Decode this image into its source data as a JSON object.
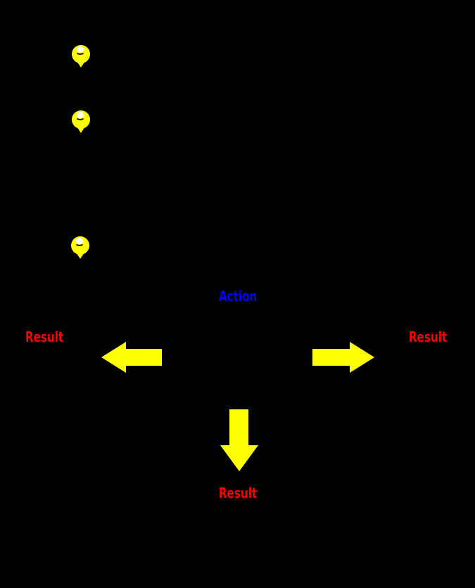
{
  "canvas": {
    "background": "#000000"
  },
  "diagram": {
    "action_label": "Action",
    "result_labels": {
      "left": "Result",
      "right": "Result",
      "bottom": "Result"
    },
    "icons": {
      "type": "balloon-smiley",
      "count": 3
    },
    "colors": {
      "action_text": "#0000FF",
      "result_text": "#FF0000",
      "arrow_fill": "#FFFF00",
      "smiley_fill": "#FFFF00",
      "smiley_highlight": "#FFFFFF",
      "smiley_smile": "#1F1F00"
    }
  }
}
